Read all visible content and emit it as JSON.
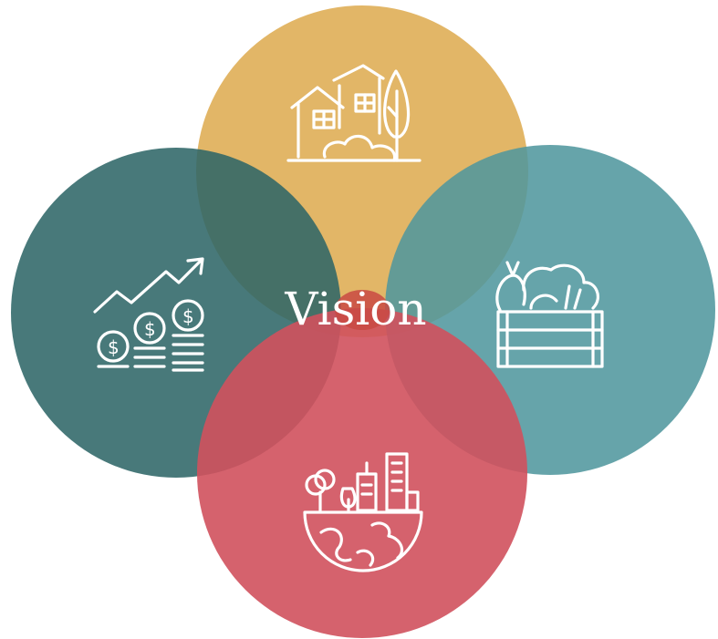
{
  "center_label": "Vision",
  "colors": {
    "housing": "#e0b25f",
    "economy": "#3d6f72",
    "food": "#5a9ea4",
    "environment": "#d3545f",
    "overlap_red": "#c94a43"
  },
  "circles": [
    {
      "id": "housing",
      "icon": "houses-and-tree-icon"
    },
    {
      "id": "economy",
      "icon": "money-growth-icon"
    },
    {
      "id": "food",
      "icon": "vegetable-crate-icon"
    },
    {
      "id": "environment",
      "icon": "city-on-earth-icon"
    }
  ]
}
